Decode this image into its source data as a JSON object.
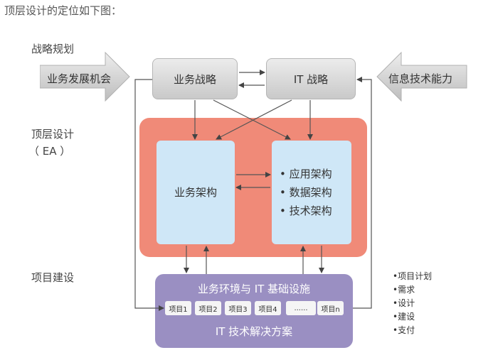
{
  "heading": "顶层设计的定位如下图：",
  "layers": {
    "strategy": "战略规划",
    "top_design_line1": "顶层设计",
    "top_design_line2": "（ EA ）",
    "project": "项目建设"
  },
  "inputs": {
    "left": "业务发展机会",
    "right": "信息技术能力"
  },
  "strategy_boxes": {
    "business": "业务战略",
    "it": "IT 战略"
  },
  "ea": {
    "business_arch": "业务架构",
    "tech_arch_items": [
      "• 应用架构",
      "• 数据架构",
      "• 技术架构"
    ]
  },
  "project_panel": {
    "title": "业务环境与 IT 基础设施",
    "items": [
      "项目1",
      "项目2",
      "项目3",
      "项目4",
      "......",
      "项目n"
    ],
    "footer": "IT 技术解决方案"
  },
  "project_steps": [
    "•项目计划",
    "•需求",
    "•设计",
    "•建设",
    "•支付"
  ],
  "colors": {
    "ea_panel": "#f08a78",
    "arch_box": "#cfe7f7",
    "project_panel": "#9a8fc2",
    "strategy_box": "#d6d6d6"
  }
}
